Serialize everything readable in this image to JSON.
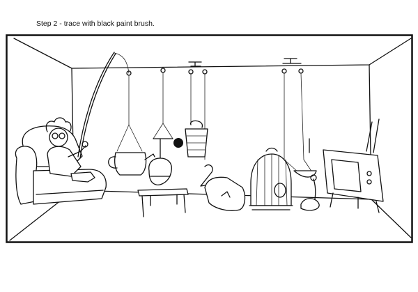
{
  "caption": "Step 2 - trace with black paint brush.",
  "colors": {
    "ink": "#111111",
    "paper": "#ffffff"
  },
  "scene": {
    "type": "line-drawing",
    "objects": [
      "room",
      "armchair",
      "person",
      "fishing-rod",
      "teapot",
      "fishbowl",
      "side-table",
      "black-ball",
      "basket",
      "coat-hanger",
      "bag",
      "birdcage",
      "plant-hanger",
      "flower",
      "television"
    ]
  }
}
